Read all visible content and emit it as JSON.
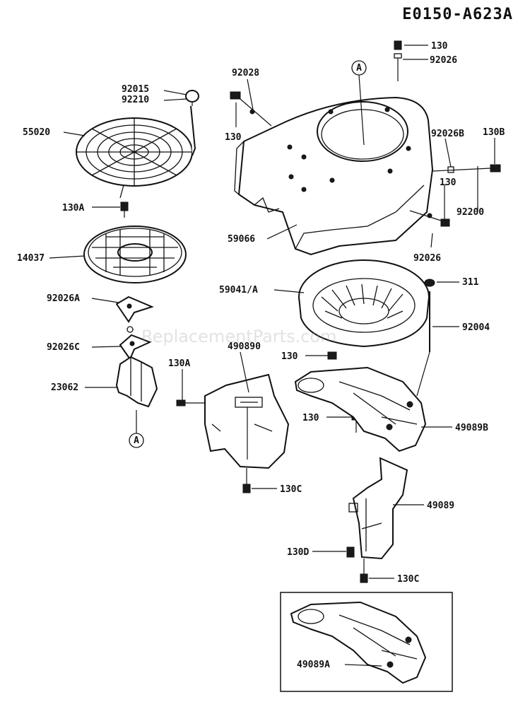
{
  "diagram_code": "E0150-A623A",
  "watermark": "ReplacementParts.com",
  "reference_markers": [
    "A",
    "A"
  ],
  "labels": {
    "p130_top": "130",
    "p92026_top": "92026",
    "p92028": "92028",
    "p92015": "92015",
    "p92210": "92210",
    "p55020": "55020",
    "p130_left": "130",
    "p92026B": "92026B",
    "p130B": "130B",
    "p130_mid": "130",
    "p92200": "92200",
    "p130A_top": "130A",
    "p59066": "59066",
    "p14037": "14037",
    "p92026_mid": "92026",
    "p59041A": "59041/A",
    "p311": "311",
    "p92026A": "92026A",
    "p92004": "92004",
    "p92026C": "92026C",
    "p490890": "490890",
    "p130_c": "130",
    "p130A_mid": "130A",
    "p23062": "23062",
    "p130_d": "130",
    "p49089B": "49089B",
    "p130C_a": "130C",
    "p49089": "49089",
    "p130D": "130D",
    "p130C_b": "130C",
    "p49089A": "49089A"
  }
}
